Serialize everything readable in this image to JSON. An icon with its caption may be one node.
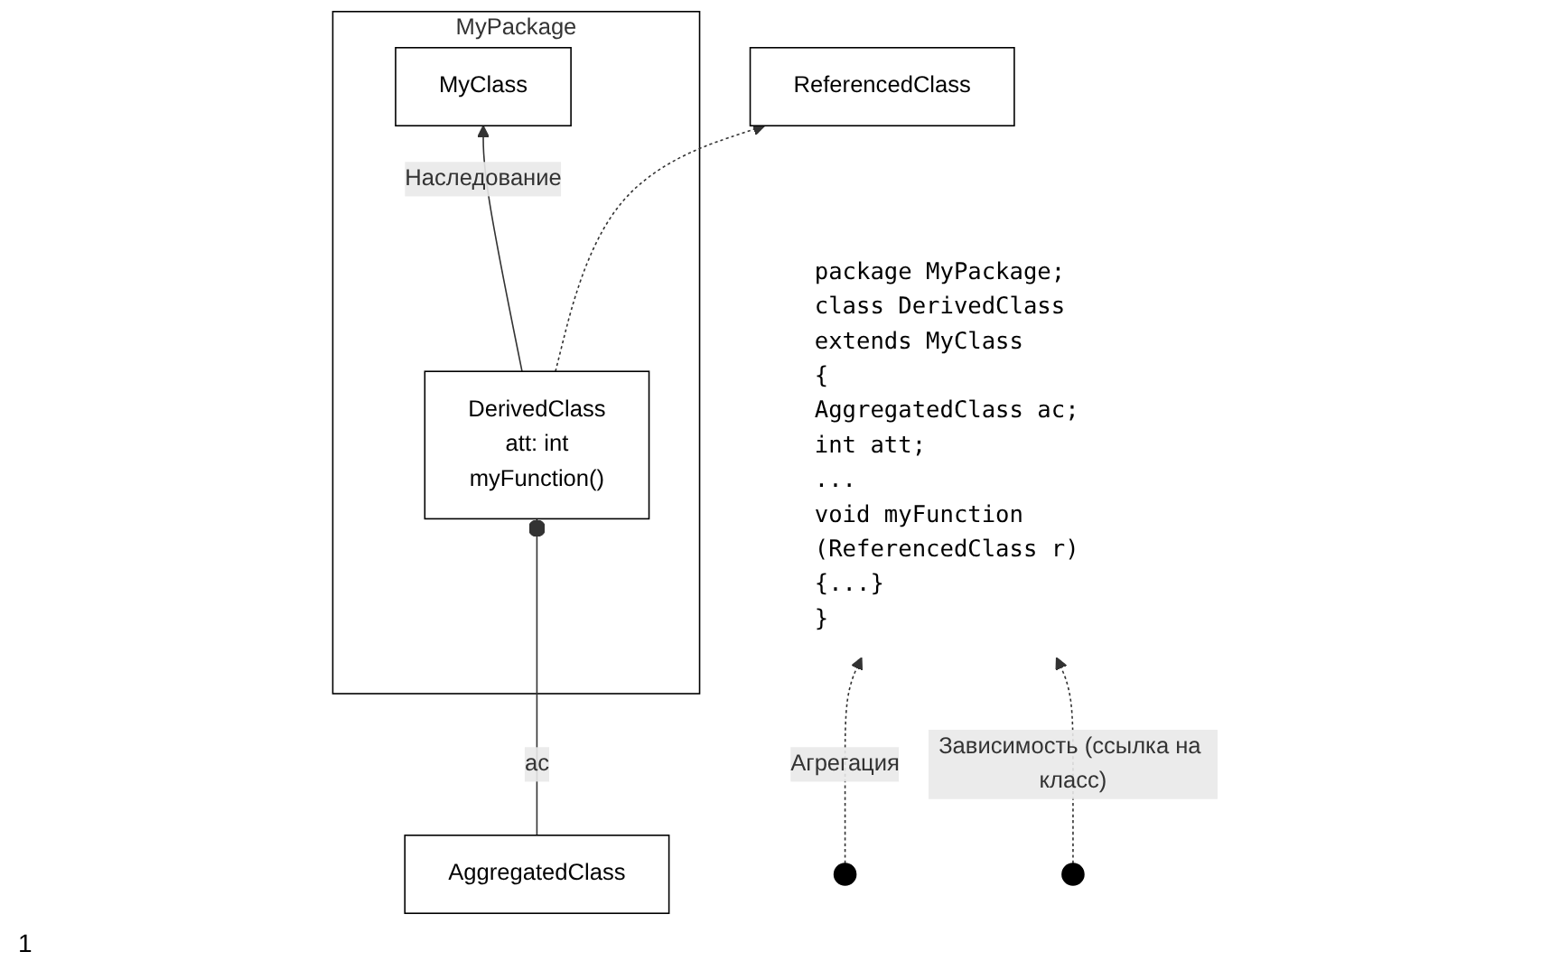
{
  "diagram": {
    "nodes": [
      {
        "text": [
          "MyPackage"
        ]
      },
      {
        "text": [
          "MyClass"
        ],
        "in": 0
      },
      {
        "text": [
          "DerivedClass",
          "att: int",
          "myFunction()"
        ],
        "in": 0
      },
      {
        "text": [
          "package MyPackage;",
          "class DerivedClass extends MyClass",
          "{",
          "AggregatedClass ac;",
          "int att;",
          "...",
          "void myFunction (ReferencedClass r)",
          "{...}",
          "}"
        ]
      },
      {
        "text": [
          "AggregatedClass"
        ]
      },
      {
        "text": [
          "ReferencedClass"
        ]
      }
    ],
    "edges": [
      {
        "from": 2,
        "to": 1,
        "arrow": "to",
        "label": "Наследование"
      },
      {
        "from": 2,
        "to": 4,
        "arrow": "other",
        "label": "ac"
      },
      {
        "from": 2,
        "to": 5,
        "arrow": "to",
        "style": "dashed"
      },
      {
        "from": null,
        "to": 3,
        "arrow": "to",
        "style": "dashed",
        "label": "Агрегация"
      },
      {
        "from": null,
        "to": 3,
        "arrow": "to",
        "style": "dashed",
        "label": "Зависимость (ссылка на класс)"
      }
    ],
    "labels": [
      "1"
    ]
  }
}
